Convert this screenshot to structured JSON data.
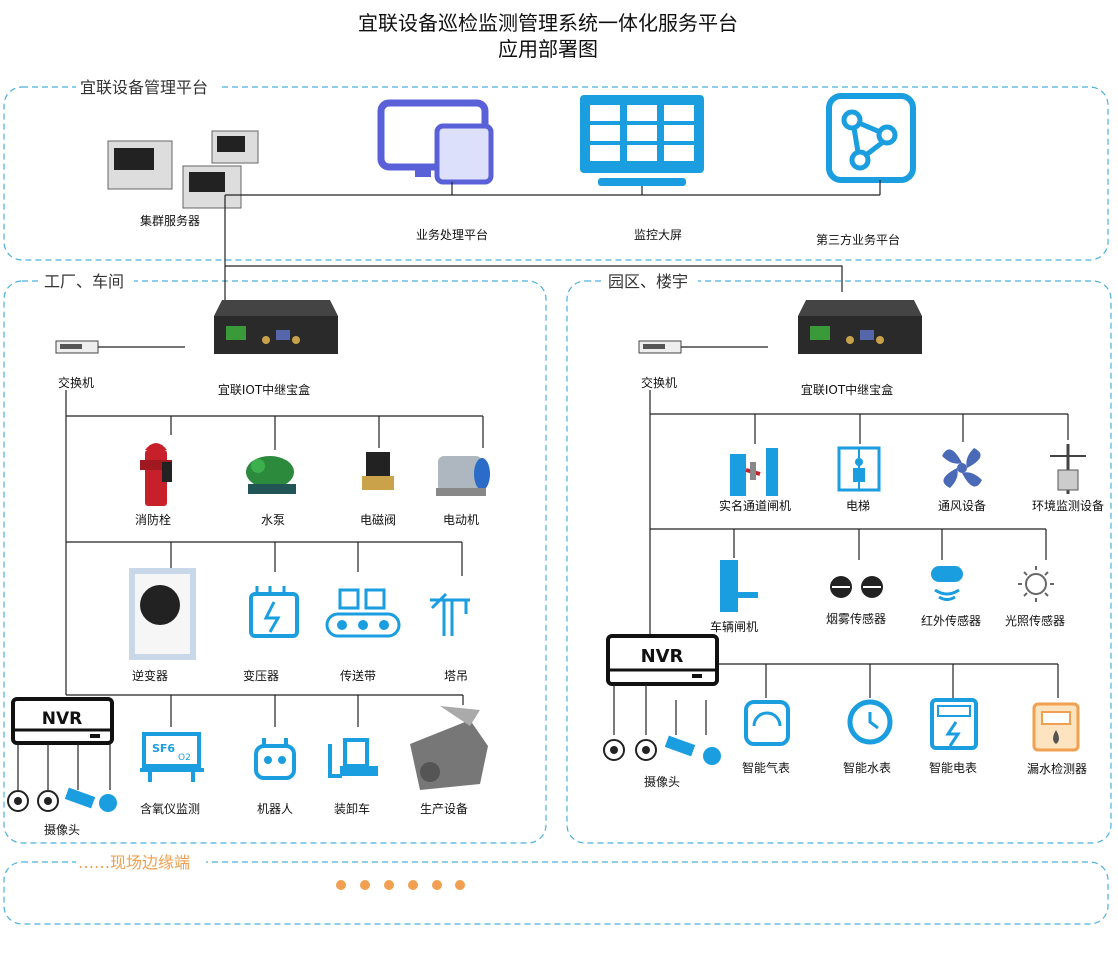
{
  "title": {
    "line1": "宜联设备巡检监测管理系统一体化服务平台",
    "line2": "应用部署图"
  },
  "sections": {
    "platform": "宜联设备管理平台",
    "factory": "工厂、车间",
    "park": "园区、楼宇",
    "edge": "……现场边缘端"
  },
  "platform": {
    "cluster": "集群服务器",
    "business": "业务处理平台",
    "monitor": "监控大屏",
    "third": "第三方业务平台"
  },
  "factory": {
    "switch": "交换机",
    "iot": "宜联IOT中继宝盒",
    "row1": [
      "消防栓",
      "水泵",
      "电磁阀",
      "电动机"
    ],
    "row2": [
      "逆变器",
      "变压器",
      "传送带",
      "塔吊"
    ],
    "row3": [
      "含氧仪监测",
      "机器人",
      "装卸车",
      "生产设备"
    ],
    "nvr": "NVR",
    "camera": "摄像头",
    "sf6": "SF6",
    "o2": "O2"
  },
  "park": {
    "switch": "交换机",
    "iot": "宜联IOT中继宝盒",
    "row1": [
      "实名通道闸机",
      "电梯",
      "通风设备",
      "环境监测设备"
    ],
    "row2": [
      "车辆闸机",
      "烟雾传感器",
      "红外传感器",
      "光照传感器"
    ],
    "row3": [
      "智能气表",
      "智能水表",
      "智能电表",
      "漏水检测器"
    ],
    "nvr": "NVR",
    "camera": "摄像头"
  },
  "colors": {
    "accent": "#1a9ee0",
    "dash": "#4ab0e0",
    "dots": "#f0a050"
  }
}
